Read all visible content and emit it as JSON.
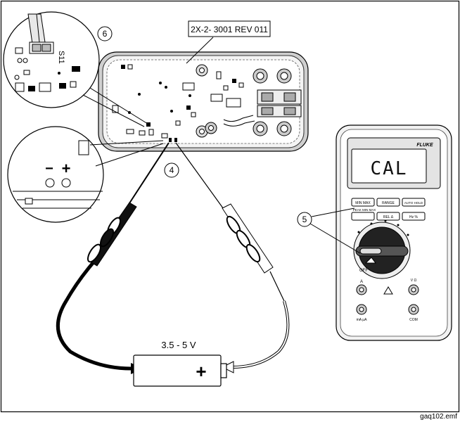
{
  "diagram": {
    "board_label": "2X-2- 3001 REV 011",
    "switch_label": "S11",
    "minus_symbol": "−",
    "plus_symbol": "+",
    "supply_label": "3.5 - 5 V",
    "supply_polarity": "+",
    "callouts": [
      "6",
      "4",
      "5"
    ],
    "meter": {
      "brand": "FLUKE",
      "display_text": "CAL",
      "buttons": [
        "MIN MAX",
        "RANGE",
        "AUTO HOLD",
        "REL Δ",
        "Hz %"
      ],
      "peak_label": "PEAK MIN MAX",
      "off_label": "OFF",
      "jacks": [
        "A",
        "mA μA",
        "COM",
        "V Ω"
      ]
    },
    "filename": "gaq102.emf"
  }
}
